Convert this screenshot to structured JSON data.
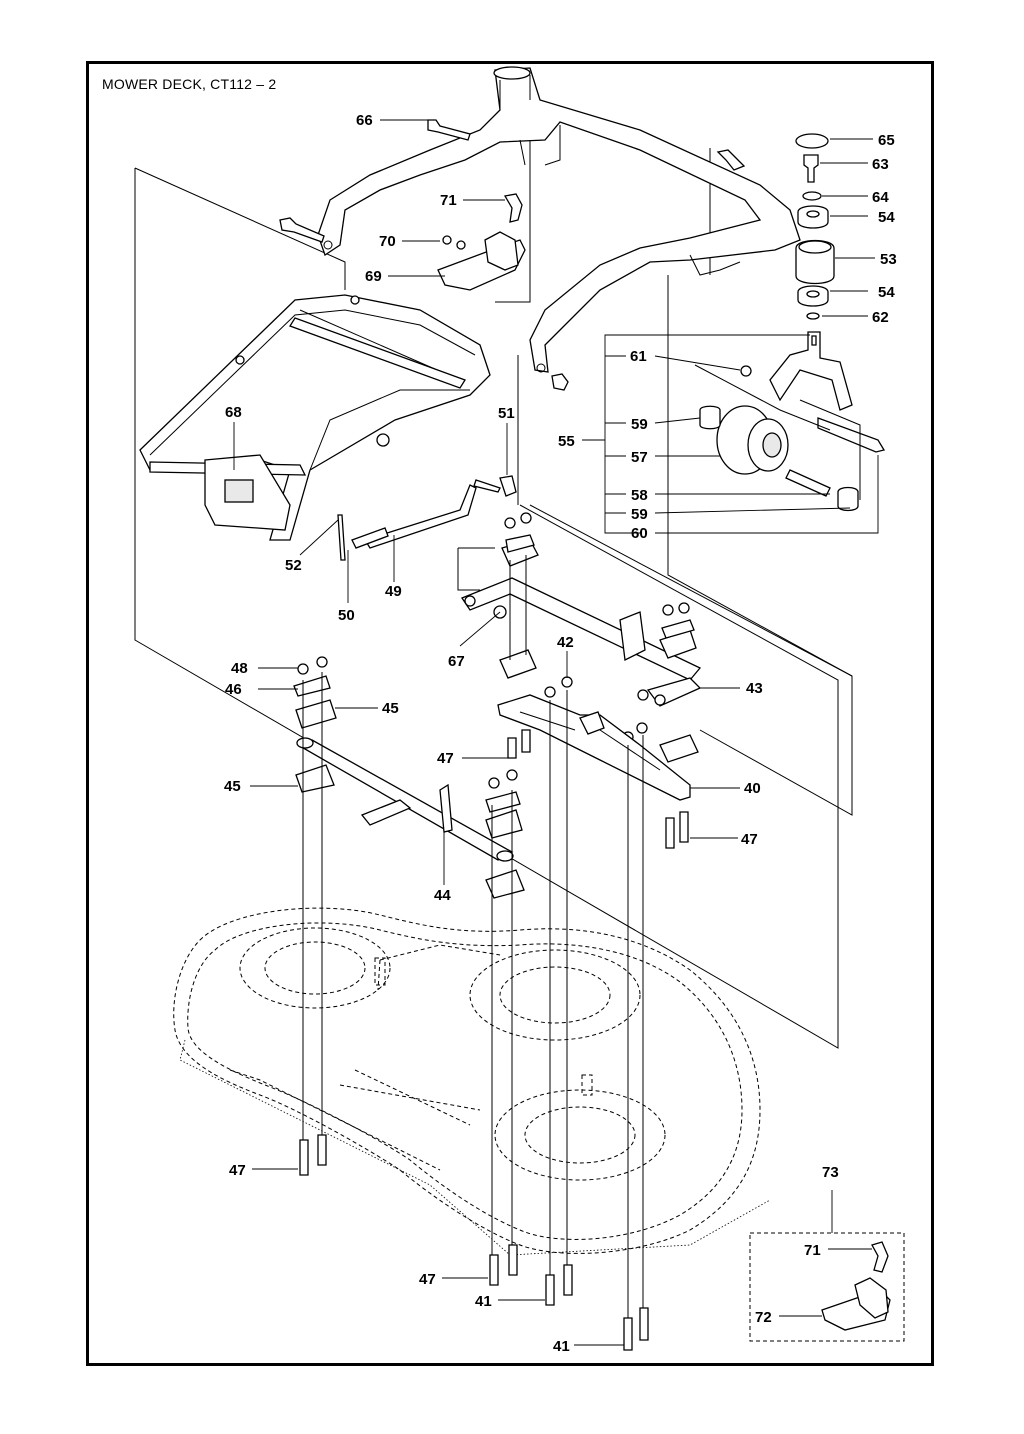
{
  "title": "MOWER DECK, CT112 – 2",
  "callouts": {
    "c66": "66",
    "c71a": "71",
    "c70": "70",
    "c69": "69",
    "c68": "68",
    "c65": "65",
    "c63": "63",
    "c64": "64",
    "c54a": "54",
    "c53": "53",
    "c54b": "54",
    "c62": "62",
    "c61": "61",
    "c55": "55",
    "c59a": "59",
    "c57": "57",
    "c58": "58",
    "c59b": "59",
    "c60": "60",
    "c51": "51",
    "c52": "52",
    "c49": "49",
    "c50": "50",
    "c67": "67",
    "c42": "42",
    "c48": "48",
    "c46": "46",
    "c45a": "45",
    "c43": "43",
    "c47a": "47",
    "c40": "40",
    "c45b": "45",
    "c47b": "47",
    "c44": "44",
    "c47c": "47",
    "c73": "73",
    "c71b": "71",
    "c47d": "47",
    "c41a": "41",
    "c72": "72",
    "c41b": "41"
  }
}
